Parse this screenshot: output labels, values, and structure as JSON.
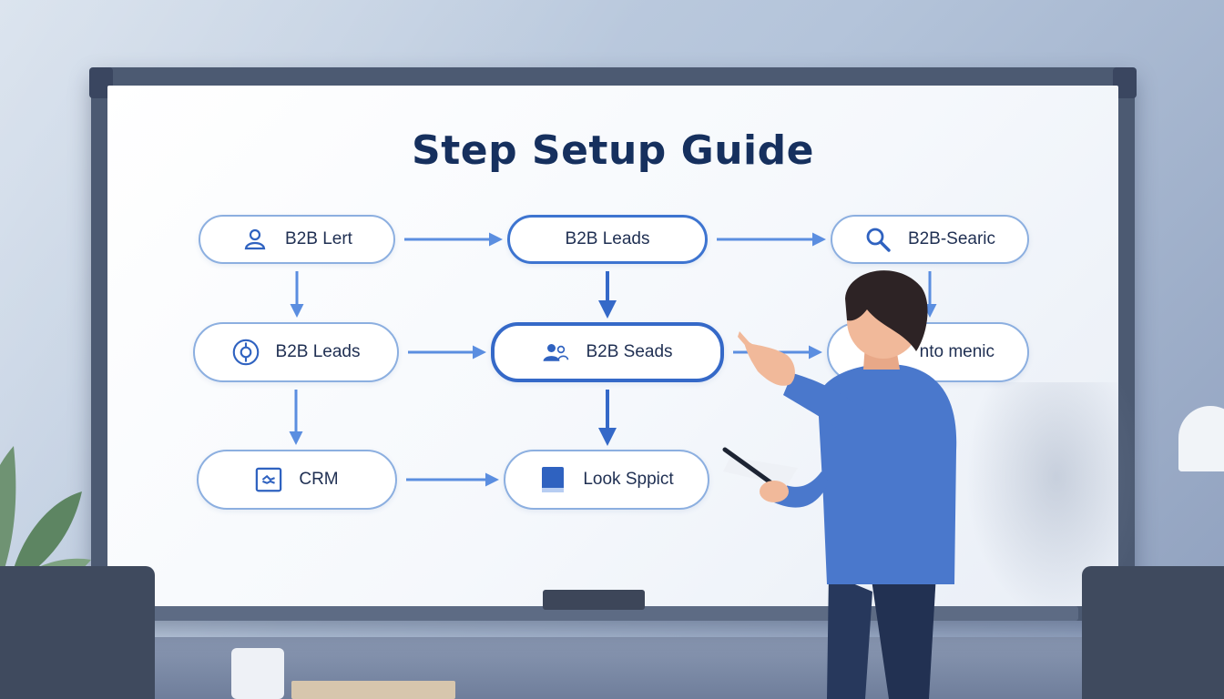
{
  "title": "Step Setup Guide",
  "nodes": [
    {
      "id": "n1",
      "label": "B2B Lert",
      "icon": "person-icon"
    },
    {
      "id": "n2",
      "label": "B2B Leads",
      "icon": ""
    },
    {
      "id": "n3",
      "label": "B2B-Searic",
      "icon": "magnifier-icon"
    },
    {
      "id": "n4",
      "label": "B2B Leads",
      "icon": "target-icon"
    },
    {
      "id": "n5",
      "label": "B2B Seads",
      "icon": "users-icon"
    },
    {
      "id": "n6",
      "label": "nto menic",
      "icon": ""
    },
    {
      "id": "n7",
      "label": "CRM",
      "icon": "crm-box-icon"
    },
    {
      "id": "n8",
      "label": "Look Sppict",
      "icon": "book-icon"
    }
  ],
  "edges": [
    {
      "from": "n1",
      "to": "n2"
    },
    {
      "from": "n2",
      "to": "n3"
    },
    {
      "from": "n1",
      "to": "n4"
    },
    {
      "from": "n2",
      "to": "n5"
    },
    {
      "from": "n3",
      "to": "n6"
    },
    {
      "from": "n4",
      "to": "n5"
    },
    {
      "from": "n5",
      "to": "n6"
    },
    {
      "from": "n4",
      "to": "n7"
    },
    {
      "from": "n5",
      "to": "n8"
    },
    {
      "from": "n7",
      "to": "n8"
    }
  ],
  "colors": {
    "title": "#16305e",
    "node_border": "#8cafe0",
    "node_border_active": "#3569c8",
    "arrow": "#5b8ee0",
    "shirt": "#4a78cc"
  }
}
